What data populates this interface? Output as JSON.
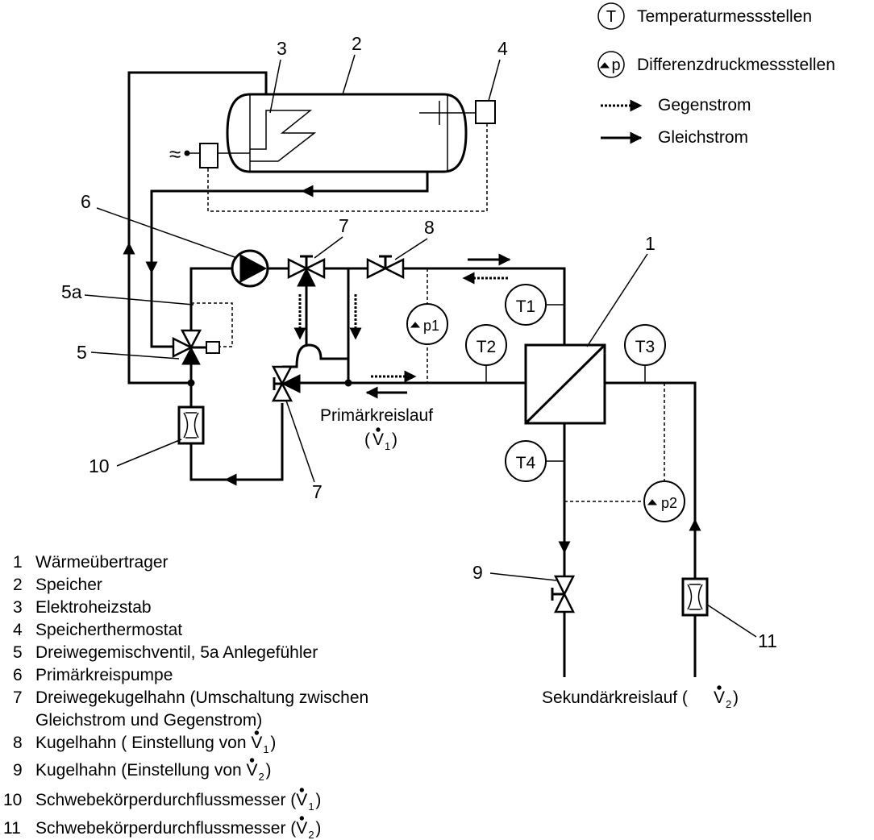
{
  "legend": {
    "temperature_symbol": "T",
    "temperature_label": "Temperaturmessstellen",
    "pressure_symbol": "p",
    "pressure_label": "Differenzdruckmessstellen",
    "counterflow_label": "Gegenstrom",
    "parallelflow_label": "Gleichstrom"
  },
  "callouts": {
    "heat_exchanger": "1",
    "tank": "2",
    "heater": "3",
    "thermostat": "4",
    "mixing_valve": "5",
    "sensor": "5a",
    "pump": "6",
    "ball_valve_top": "7",
    "ball_valve_bottom": "7",
    "ball_valve_primary": "8",
    "ball_valve_secondary": "9",
    "flowmeter_primary": "10",
    "flowmeter_secondary": "11"
  },
  "sensors": {
    "t1": "T1",
    "t2": "T2",
    "t3": "T3",
    "t4": "T4",
    "p1": "p1",
    "p2": "p2"
  },
  "heater_power_symbol": "≈",
  "circuits": {
    "primary_name": "Primärkreislauf",
    "primary_flow": "V",
    "primary_flow_sub": "1",
    "secondary_name": "Sekundärkreislauf (",
    "secondary_flow": "V",
    "secondary_flow_sub": "2"
  },
  "parts_list": [
    {
      "num": "1",
      "text": "Wärmeübertrager"
    },
    {
      "num": "2",
      "text": "Speicher"
    },
    {
      "num": "3",
      "text": "Elektroheizstab"
    },
    {
      "num": "4",
      "text": "Speicherthermostat"
    },
    {
      "num": "5",
      "text": "Dreiwegemischventil,  5a  Anlegefühler"
    },
    {
      "num": "6",
      "text": "Primärkreispumpe"
    },
    {
      "num": "7",
      "text": "Dreiwegekugelhahn (Umschaltung zwischen"
    },
    {
      "num": "",
      "text": "Gleichstrom und Gegenstrom)"
    },
    {
      "num": "8",
      "text": "Kugelhahn ( Einstellung von V",
      "sub": "1",
      "tail": ")"
    },
    {
      "num": "9",
      "text": "Kugelhahn (Einstellung von V",
      "sub": "2",
      "tail": ")"
    },
    {
      "num": "10",
      "text": "Schwebekörperdurchflussmesser (V",
      "sub": "1",
      "tail": ")"
    },
    {
      "num": "11",
      "text": "Schwebekörperdurchflussmesser (V",
      "sub": "2",
      "tail": ")"
    }
  ]
}
